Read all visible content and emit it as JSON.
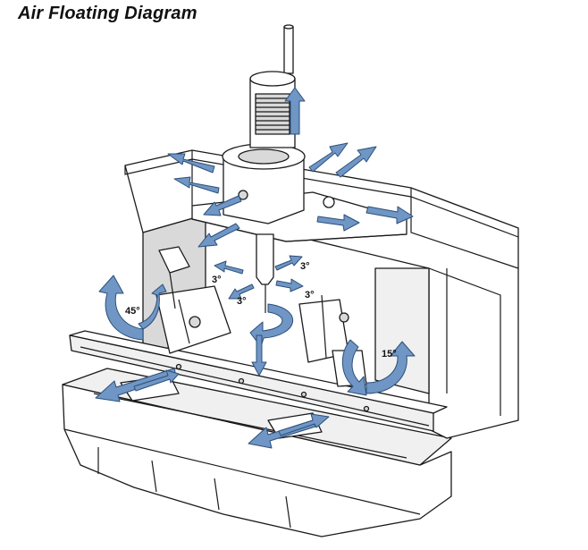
{
  "title": "Air Floating Diagram",
  "labels": {
    "angle_45": "45°",
    "angle_15": "15°",
    "tilt_left": "3°",
    "tilt_right": "3°",
    "tilt_front_left": "3°",
    "tilt_front_right": "3°"
  },
  "colors": {
    "arrow_fill": "#6f96c4",
    "arrow_stroke": "#2d4f7a",
    "line": "#1a1a1a"
  }
}
